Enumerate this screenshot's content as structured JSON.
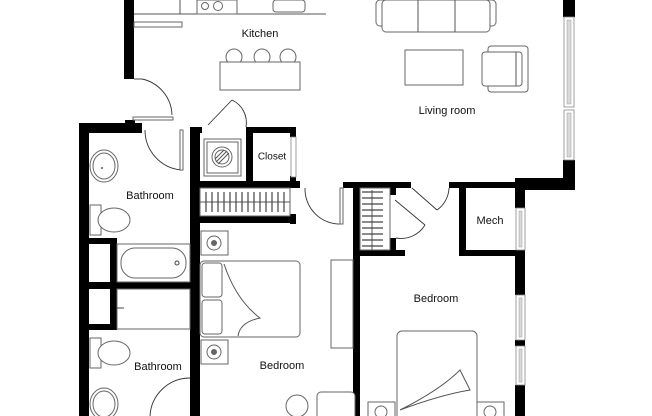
{
  "floorplan": {
    "rooms": [
      {
        "id": "kitchen",
        "label": "Kitchen"
      },
      {
        "id": "living-room",
        "label": "Living room"
      },
      {
        "id": "closet",
        "label": "Closet"
      },
      {
        "id": "bathroom-1",
        "label": "Bathroom"
      },
      {
        "id": "mech",
        "label": "Mech"
      },
      {
        "id": "bedroom-2",
        "label": "Bedroom"
      },
      {
        "id": "bathroom-2",
        "label": "Bathroom"
      },
      {
        "id": "bedroom-1",
        "label": "Bedroom"
      }
    ],
    "colors": {
      "wall": "#000000",
      "fixture_line": "#666666",
      "window_glass": "#d9d9d9",
      "background": "#ffffff"
    }
  }
}
